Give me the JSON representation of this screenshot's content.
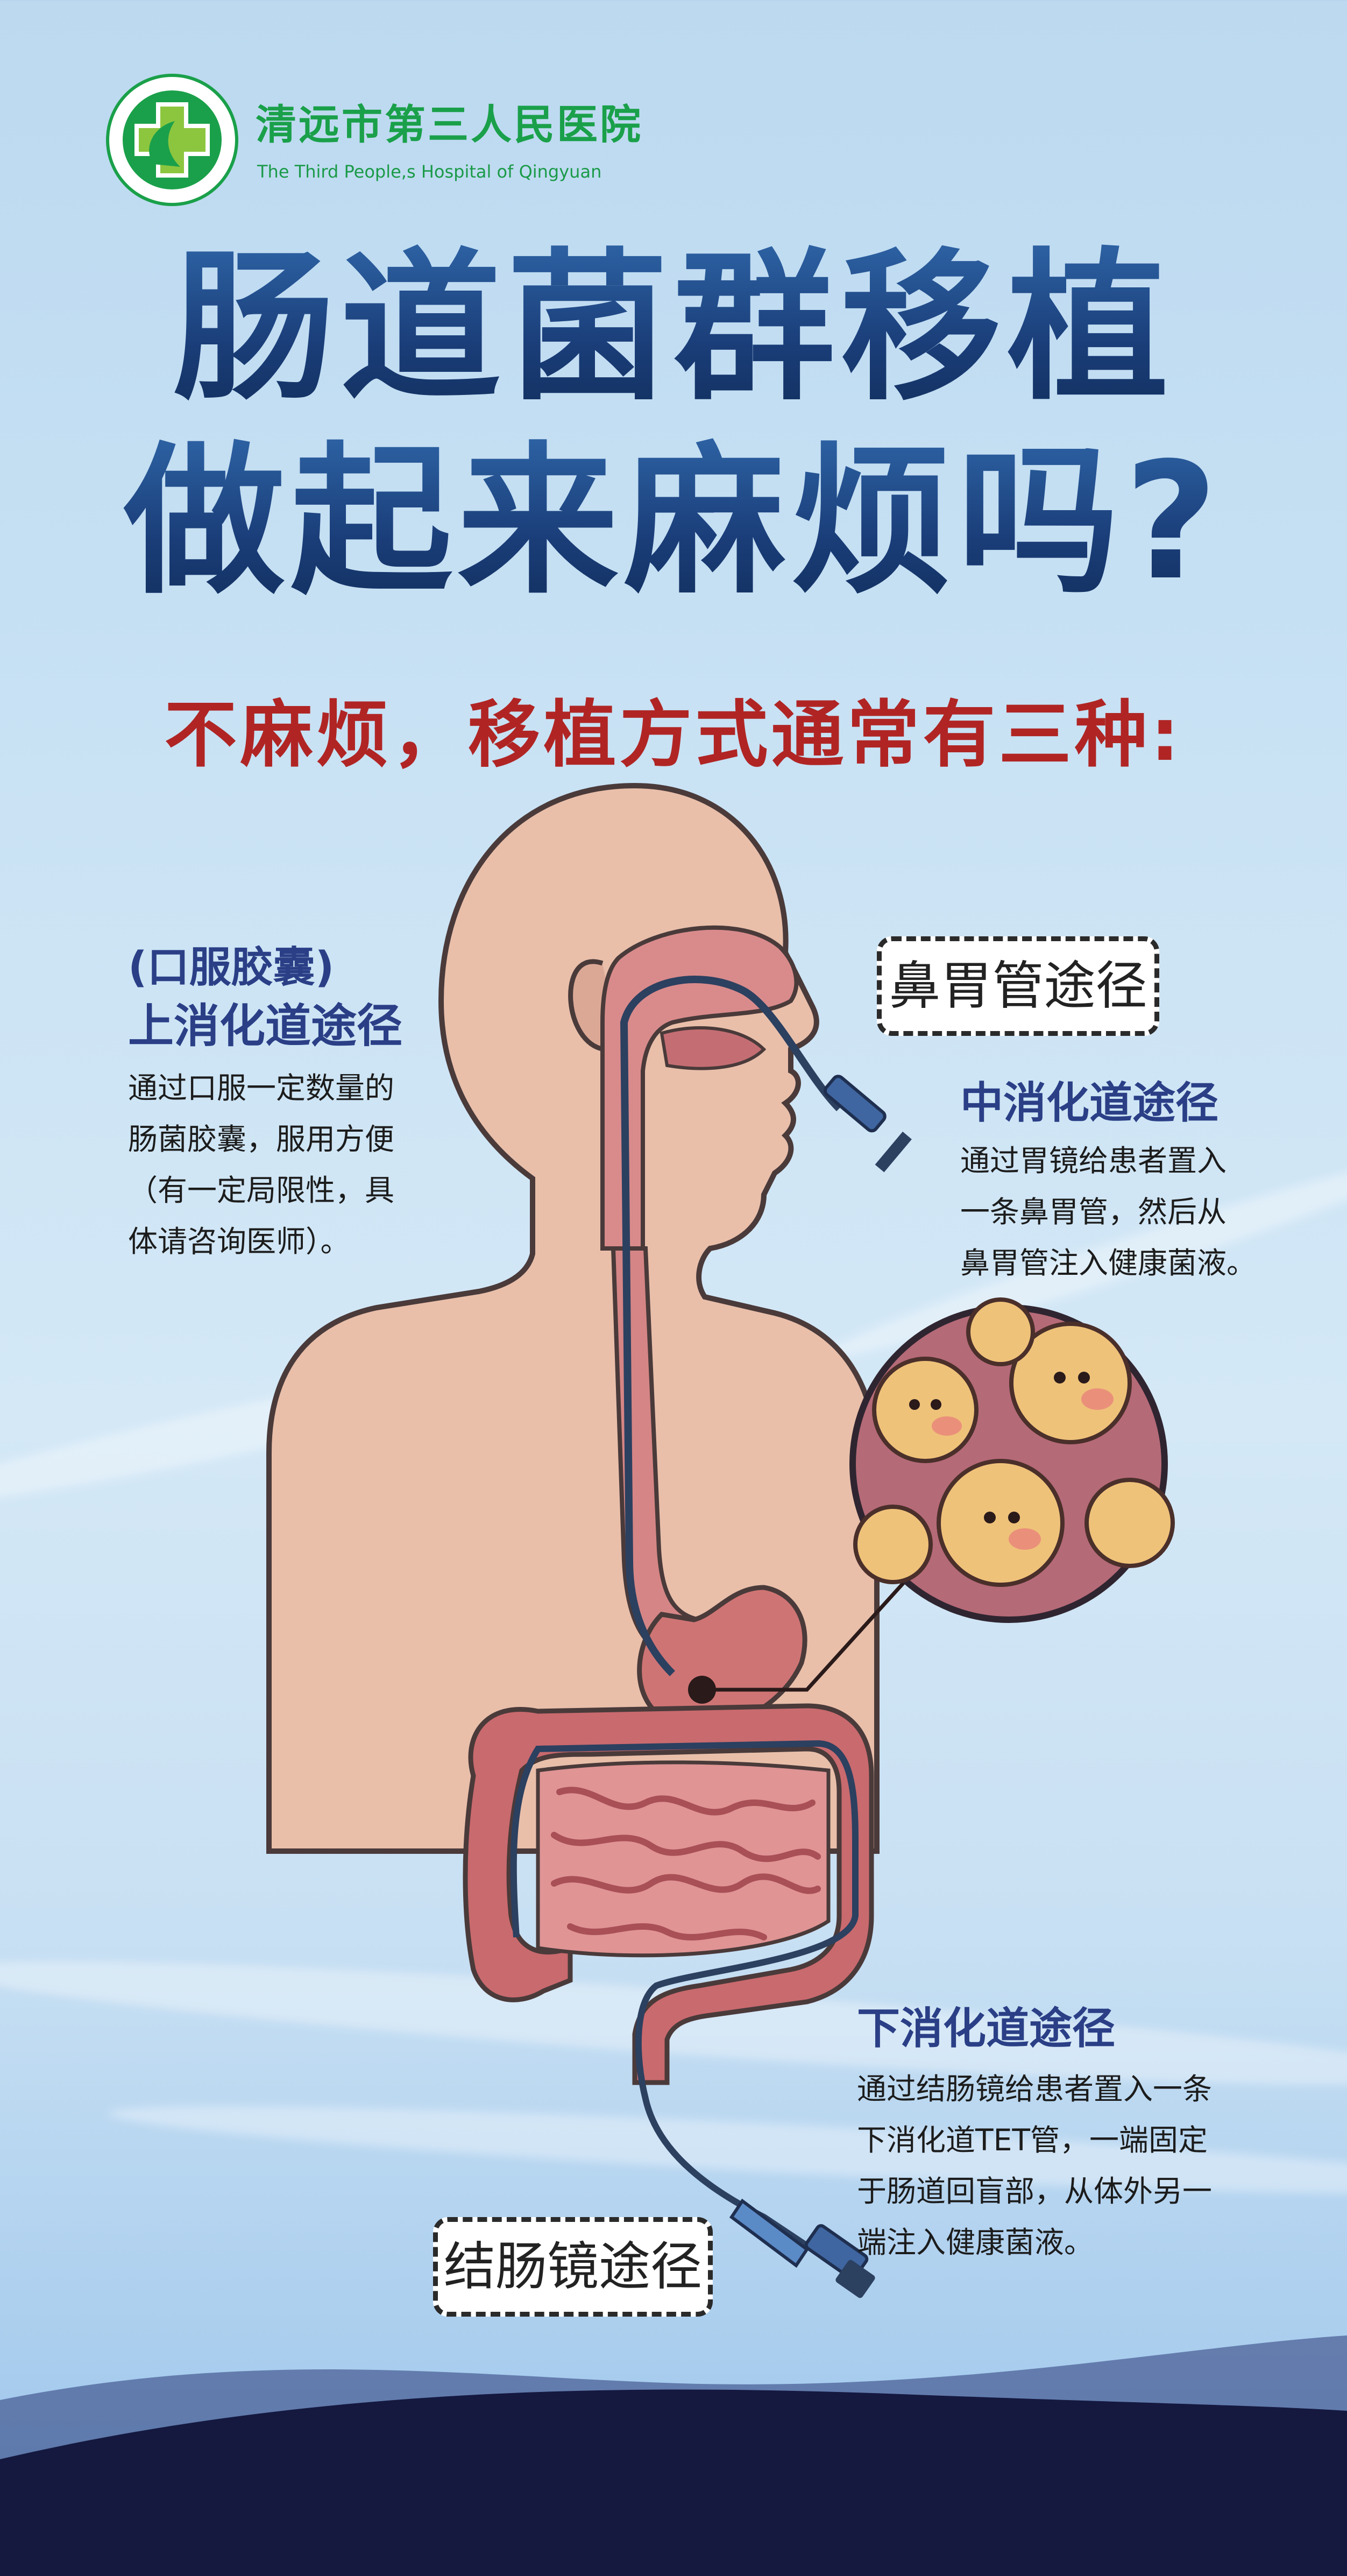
{
  "hospital": {
    "name_cn": "清远市第三人民医院",
    "name_en": "The Third People,s Hospital of Qingyuan"
  },
  "title": {
    "line1": "肠道菌群移植",
    "line2": "做起来麻烦吗?"
  },
  "subtitle": "不麻烦，移植方式通常有三种:",
  "upper": {
    "heading1": "(口服胶囊)",
    "heading2": "上消化道途径",
    "lines": [
      "通过口服一定数量的",
      "肠菌胶囊，服用方便",
      "（有一定局限性，具",
      "体请咨询医师）。"
    ]
  },
  "middle": {
    "tag": "鼻胃管途径",
    "heading": "中消化道途径",
    "lines": [
      "通过胃镜给患者置入",
      "一条鼻胃管，然后从",
      "鼻胃管注入健康菌液。"
    ]
  },
  "lower": {
    "tag": "结肠镜途径",
    "heading": "下消化道途径",
    "lines": [
      "通过结肠镜给患者置入一条",
      "下消化道TET管，一端固定",
      "于肠道回盲部，从体外另一",
      "端注入健康菌液。"
    ]
  },
  "colors": {
    "title_blue": "#1a3d78",
    "subtitle_red": "#b02524",
    "heading_navy": "#2a3f86",
    "logo_green": "#1aa04a",
    "footer_navy": "#15193f"
  }
}
